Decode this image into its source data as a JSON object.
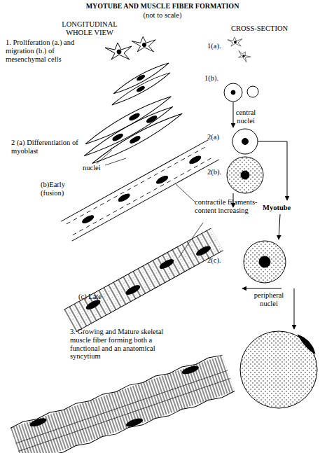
{
  "diagram": {
    "title": "MYOTUBE AND MUSCLE FIBER FORMATION",
    "labels": [
      "(not to scale)",
      "LONGITUDINAL WHOLE VIEW",
      "CROSS-SECTION",
      "1. Proliferation (a.) and migration (b.) of mesenchymal cells",
      "1(a).",
      "1(b).",
      "2 (a) Differentiation of myoblast",
      "nuclei",
      "2(a)",
      "central nuclei",
      "(b)Early (fusion)",
      "2(b).",
      "contractile filaments-content increasing",
      "Myotube",
      "(c) Late",
      "2(c).",
      "peripheral nuclei",
      "3. Growing and Mature skeletal muscle fiber forming both a functional and an anatomical syncytium"
    ]
  }
}
